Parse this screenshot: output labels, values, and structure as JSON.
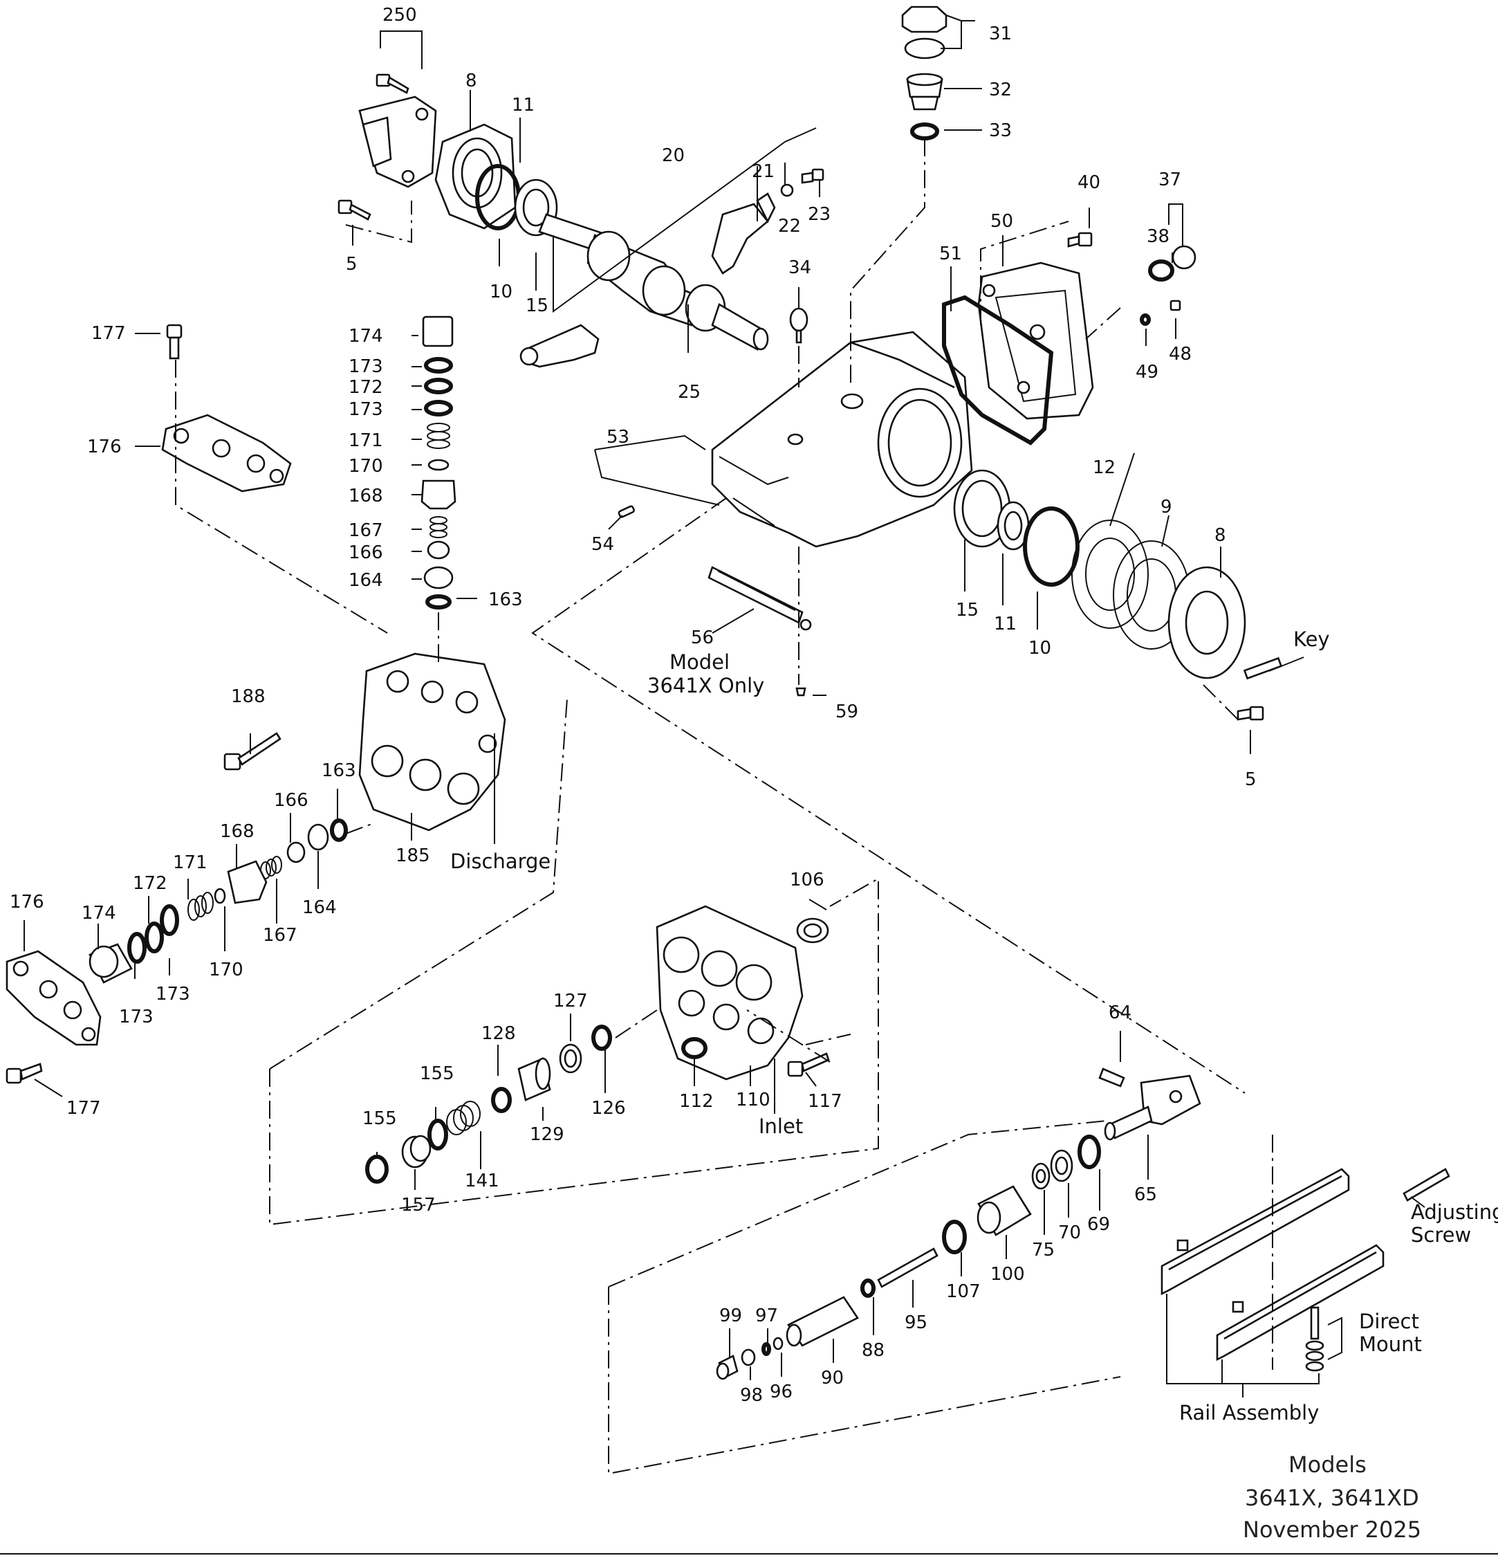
{
  "callouts": {
    "n250": "250",
    "n8a": "8",
    "n11a": "11",
    "n20": "20",
    "n21": "21",
    "n22": "22",
    "n23": "23",
    "n5a": "5",
    "n10a": "10",
    "n15a": "15",
    "n25": "25",
    "n31": "31",
    "n32": "32",
    "n33": "33",
    "n34": "34",
    "n40": "40",
    "n37": "37",
    "n38": "38",
    "n50": "50",
    "n51": "51",
    "n48": "48",
    "n49": "49",
    "n177a": "177",
    "n176a": "176",
    "n174a": "174",
    "n173a": "173",
    "n172a": "172",
    "n173b": "173",
    "n171a": "171",
    "n170a": "170",
    "n168a": "168",
    "n167a": "167",
    "n166a": "166",
    "n164a": "164",
    "n163a": "163",
    "n53": "53",
    "n54": "54",
    "n56": "56",
    "n56_note": "Model",
    "n56_note2": "3641X Only",
    "n59": "59",
    "n12": "12",
    "n9": "9",
    "n8b": "8",
    "n15b": "15",
    "n11b": "11",
    "n10b": "10",
    "key": "Key",
    "n5b": "5",
    "n188": "188",
    "n163b": "163",
    "n166b": "166",
    "n168b": "168",
    "n171b": "171",
    "n172b": "172",
    "n174b": "174",
    "n176b": "176",
    "n173c": "173",
    "n173d": "173",
    "n170b": "170",
    "n167b": "167",
    "n164b": "164",
    "n185": "185",
    "discharge": "Discharge",
    "n177b": "177",
    "n106": "106",
    "n127": "127",
    "n128": "128",
    "n155a": "155",
    "n155b": "155",
    "n129": "129",
    "n126": "126",
    "n112": "112",
    "n110": "110",
    "n117": "117",
    "inlet": "Inlet",
    "n141": "141",
    "n157": "157",
    "n64": "64",
    "n65": "65",
    "n69": "69",
    "n70": "70",
    "n75": "75",
    "n100": "100",
    "n107": "107",
    "n95": "95",
    "n88": "88",
    "n90": "90",
    "n97": "97",
    "n99": "99",
    "n96": "96",
    "n98": "98",
    "adjusting": "Adjusting",
    "screw": "Screw",
    "direct": "Direct",
    "mount": "Mount",
    "rail_assembly": "Rail Assembly"
  },
  "footer": {
    "line1": "Models",
    "line2": "3641X, 3641XD",
    "line3": "November 2025"
  }
}
